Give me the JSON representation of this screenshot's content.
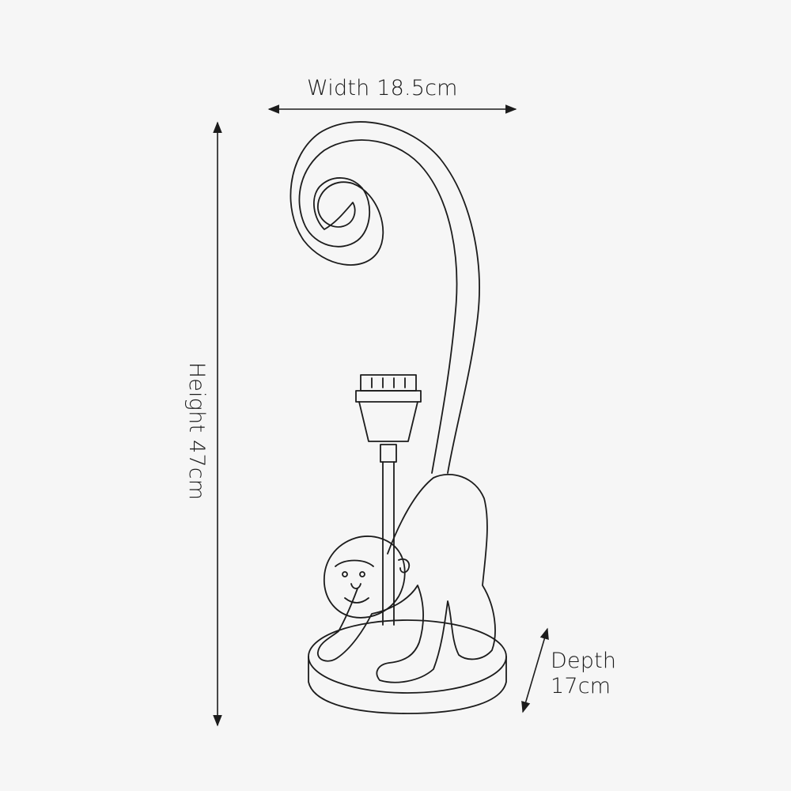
{
  "dimensions": {
    "width_label": "Width 18.5cm",
    "height_label": "Height 47cm",
    "depth_title": "Depth",
    "depth_value": "17cm"
  },
  "colors": {
    "background": "#f6f6f6",
    "line": "#1c1c1c"
  },
  "icons": {
    "product": "monkey-lamp-icon",
    "arrows": "double-arrow-icon"
  }
}
